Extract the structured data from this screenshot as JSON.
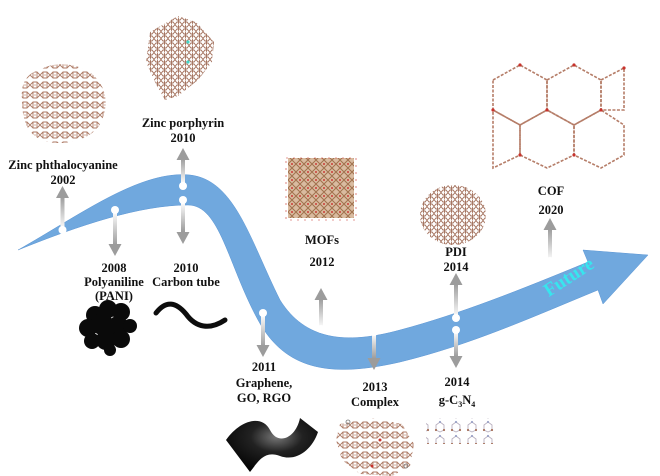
{
  "title": "Timeline of photocatalytic / electrode materials",
  "colors": {
    "arrow_fill": "#6fa6de",
    "arrow_edge": "#5b95d3",
    "stem": "#b5b5b5",
    "molecule_brown": "#a5705a",
    "molecule_red": "#c8322c",
    "carbon_black": "#111111",
    "future_text": "#37e6ee"
  },
  "future_label": "Future",
  "milestones": [
    {
      "id": "zinc-phthalocyanine",
      "year": "2002",
      "name": "Zinc phthalocyanine",
      "side": "above"
    },
    {
      "id": "polyaniline",
      "year": "2008",
      "name": "Polyaniline",
      "name2": "(PANI)",
      "side": "below"
    },
    {
      "id": "zinc-porphyrin",
      "year": "2010",
      "name": "Zinc porphyrin",
      "side": "above"
    },
    {
      "id": "carbon-tube",
      "year": "2010",
      "name": "Carbon tube",
      "side": "below"
    },
    {
      "id": "graphene",
      "year": "2011",
      "name": "Graphene,",
      "name2": "GO, RGO",
      "side": "below"
    },
    {
      "id": "mofs",
      "year": "2012",
      "name": "MOFs",
      "side": "above"
    },
    {
      "id": "complex",
      "year": "2013",
      "name": "Complex",
      "side": "below"
    },
    {
      "id": "pdi",
      "year": "2014",
      "name": "PDI",
      "side": "above"
    },
    {
      "id": "g-c3n4",
      "year": "2014",
      "name": "g-C",
      "sub1": "3",
      "mid": "N",
      "sub2": "4",
      "side": "below"
    },
    {
      "id": "cof",
      "year": "2020",
      "name": "COF",
      "side": "above"
    }
  ]
}
